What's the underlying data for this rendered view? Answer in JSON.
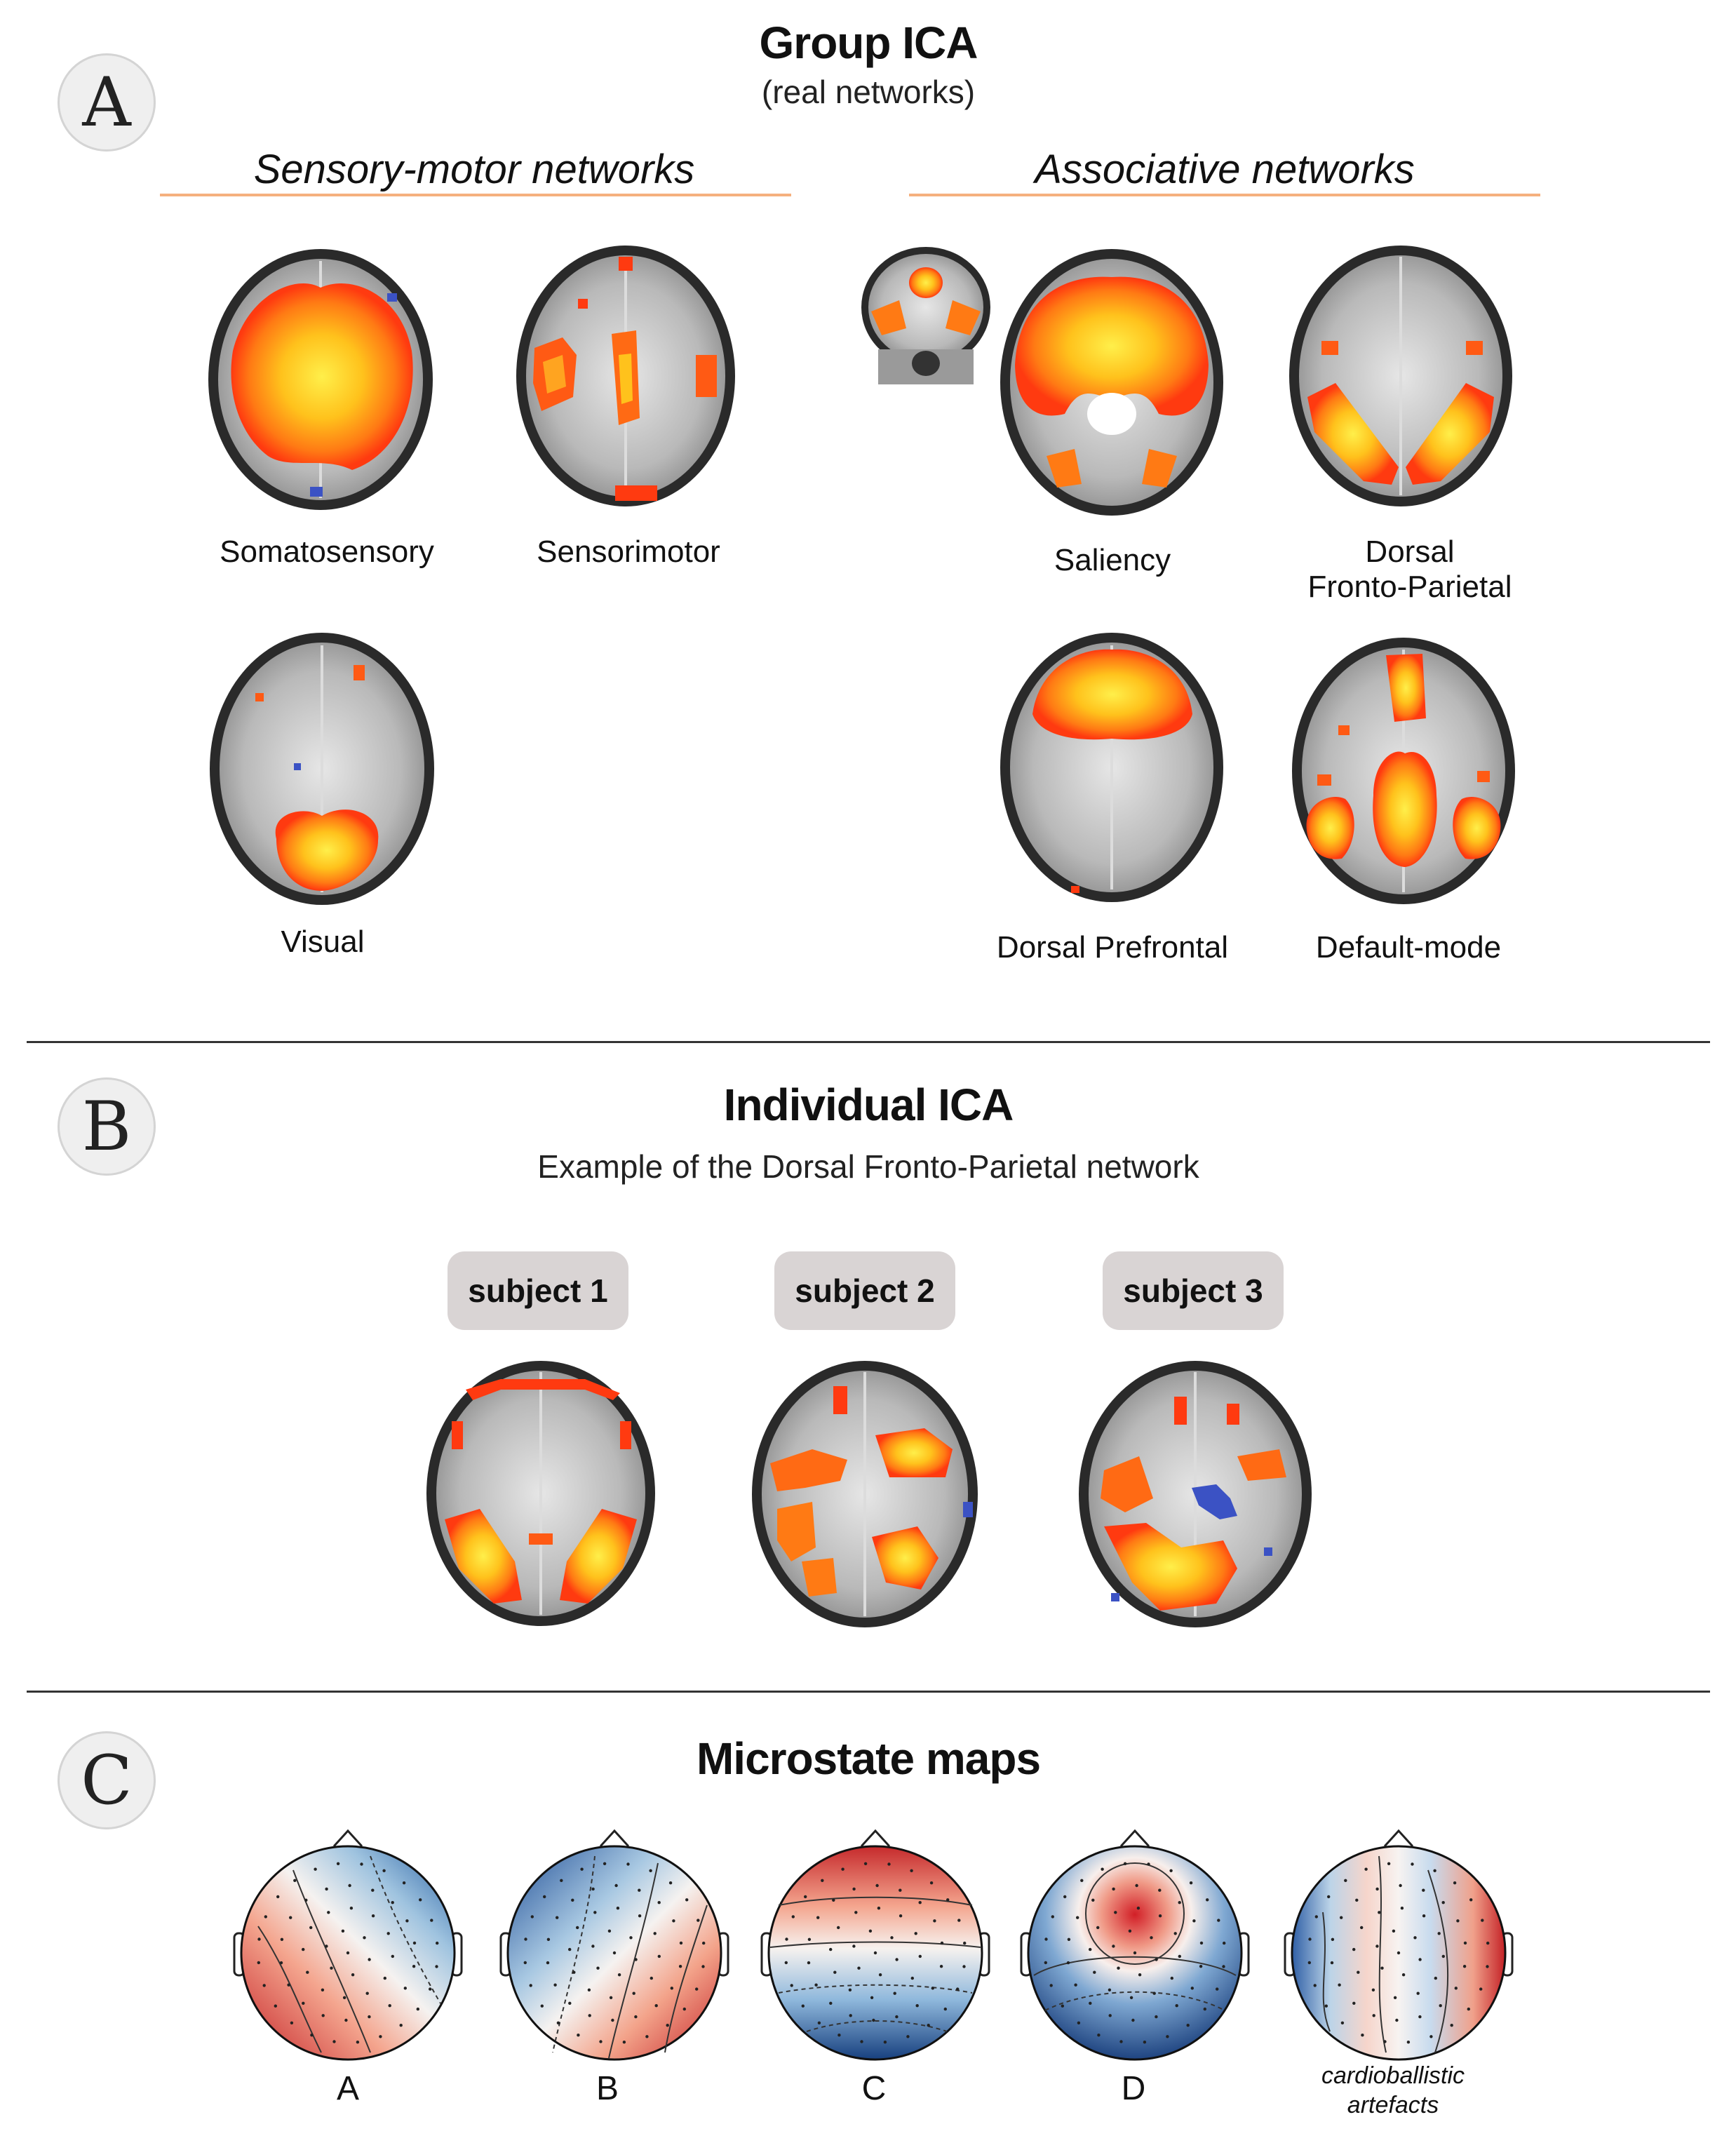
{
  "panel_a": {
    "letter": "A",
    "title": "Group ICA",
    "subtitle": "(real networks)",
    "group_left": "Sensory-motor networks",
    "group_right": "Associative networks",
    "networks": [
      {
        "label": "Somatosensory"
      },
      {
        "label": "Sensorimotor"
      },
      {
        "label": "Saliency"
      },
      {
        "label_line1": "Dorsal",
        "label_line2": "Fronto-Parietal"
      },
      {
        "label": "Visual"
      },
      {
        "label": "Dorsal Prefrontal"
      },
      {
        "label": "Default-mode"
      }
    ]
  },
  "panel_b": {
    "letter": "B",
    "title": "Individual ICA",
    "subtitle": "Example of the Dorsal Fronto-Parietal network",
    "subjects": [
      "subject 1",
      "subject 2",
      "subject 3"
    ]
  },
  "panel_c": {
    "letter": "C",
    "title": "Microstate maps",
    "maps": [
      {
        "label": "A",
        "pattern": "left-right diagonal (red left-bottom, blue right-top)"
      },
      {
        "label": "B",
        "pattern": "right-left diagonal (blue left, red right)"
      },
      {
        "label": "C",
        "pattern": "front-back (red front, blue back)"
      },
      {
        "label": "D",
        "pattern": "central red frontal, blue posterior ring"
      },
      {
        "label_line1": "cardioballistic",
        "label_line2": "artefacts",
        "pattern": "mixed weak"
      }
    ]
  },
  "colors": {
    "activation_hot": "#ff3a10",
    "activation_warm": "#ffd21a",
    "activation_cold": "#3b52c4",
    "brain_gray": "#bdbdbd",
    "rule_orange": "#f5b07e",
    "chip_gray": "#d9d4d4",
    "topo_red": "#c9262c",
    "topo_blue": "#1f4e96"
  }
}
